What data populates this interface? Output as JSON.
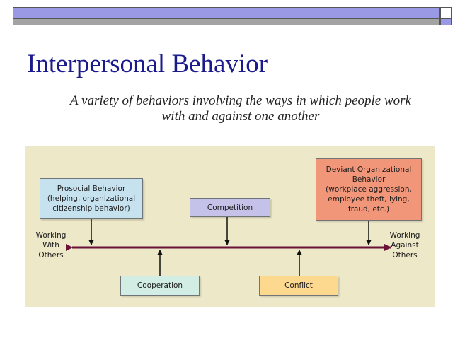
{
  "slide": {
    "title": "Interpersonal Behavior",
    "subtitle": "A variety of behaviors involving the ways in which people work\nwith and against one another"
  },
  "diagram": {
    "left_end": "Working\nWith\nOthers",
    "right_end": "Working\nAgainst\nOthers",
    "boxes": {
      "prosocial": "Prosocial Behavior\n(helping, organizational\ncitizenship behavior)",
      "competition": "Competition",
      "deviant": "Deviant Organizational\nBehavior\n(workplace aggression,\nemployee theft, lying,\nfraud, etc.)",
      "cooperation": "Cooperation",
      "conflict": "Conflict"
    },
    "colors": {
      "axis": "#6b1238",
      "prosocial": "#c6e2ef",
      "competition": "#c5c2ea",
      "deviant": "#f2967a",
      "cooperation": "#d2eee4",
      "conflict": "#fcd98f",
      "panel": "#ede8c8"
    }
  }
}
